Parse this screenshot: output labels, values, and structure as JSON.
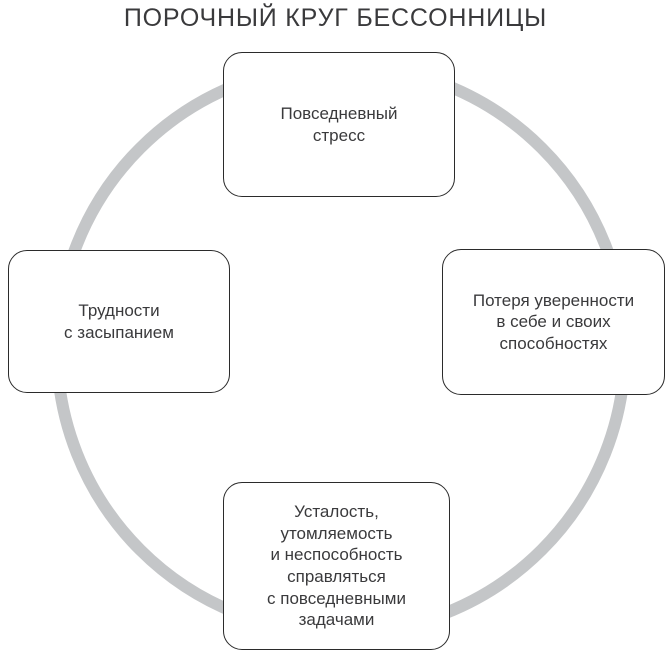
{
  "title": "ПОРОЧНЫЙ КРУГ БЕССОННИЦЫ",
  "colors": {
    "background": "#ffffff",
    "circle": "#c4c6c8",
    "box_border": "#2b2b2b",
    "text": "#3a3a3c"
  },
  "cycle": {
    "shape": "circle",
    "nodes": [
      {
        "position": "top",
        "text": "Повседневный\nстресс"
      },
      {
        "position": "right",
        "text": "Потеря уверенности\nв себе и своих\nспособностях"
      },
      {
        "position": "bottom",
        "text": "Усталость,\nутомляемость\nи неспособность\nсправляться\nс повседневными\nзадачами"
      },
      {
        "position": "left",
        "text": "Трудности\nс засыпанием"
      }
    ]
  }
}
